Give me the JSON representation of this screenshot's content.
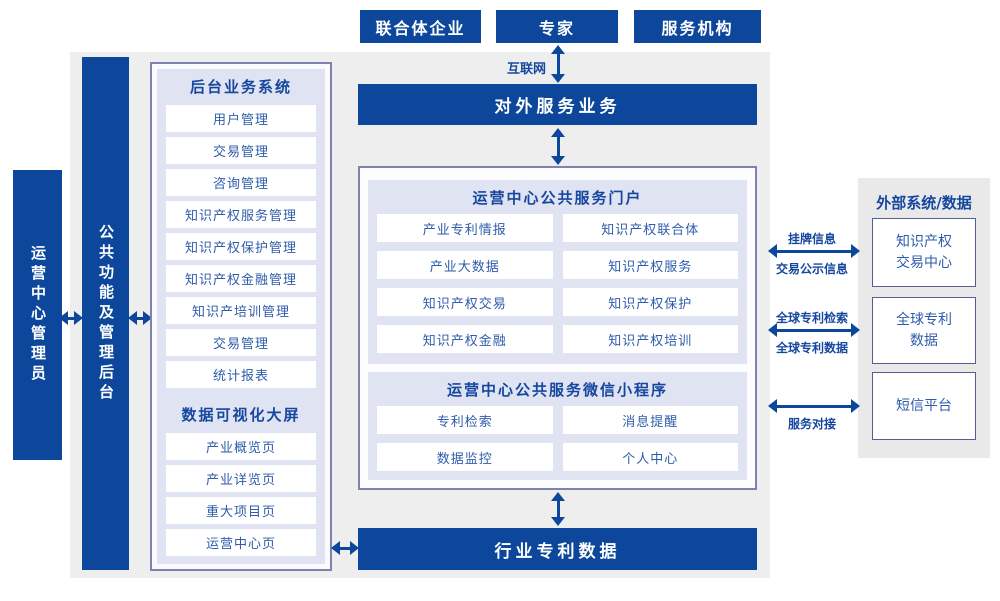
{
  "colors": {
    "primary_blue": "#0c479b",
    "panel_border": "#7d82ae",
    "lavender_subpanel": "#dfe3f2",
    "canvas_gray": "#eeeeef",
    "external_gray": "#e9e9ea",
    "item_text_blue": "#2e5cab",
    "title_text_blue": "#16479e"
  },
  "top_actors": {
    "consortium": "联合体企业",
    "expert": "专家",
    "service_org": "服务机构"
  },
  "internet_label": "互联网",
  "external_service_bar": "对外服务业务",
  "left_rail": {
    "admin": "运营中心管理员",
    "platform": "公共功能及管理后台"
  },
  "backend_panel": {
    "title": "后台业务系统",
    "items": [
      "用户管理",
      "交易管理",
      "咨询管理",
      "知识产权服务管理",
      "知识产权保护管理",
      "知识产权金融管理",
      "知识产培训管理",
      "交易管理",
      "统计报表"
    ]
  },
  "dashboard_panel": {
    "title": "数据可视化大屏",
    "items": [
      "产业概览页",
      "产业详览页",
      "重大项目页",
      "运营中心页"
    ]
  },
  "portal_panel": {
    "title": "运营中心公共服务门户",
    "items": [
      "产业专利情报",
      "知识产权联合体",
      "产业大数据",
      "知识产权服务",
      "知识产权交易",
      "知识产权保护",
      "知识产权金融",
      "知识产权培训"
    ]
  },
  "miniapp_panel": {
    "title": "运营中心公共服务微信小程序",
    "items": [
      "专利检索",
      "消息提醒",
      "数据监控",
      "个人中心"
    ]
  },
  "industry_data_bar": "行业专利数据",
  "external_panel": {
    "title": "外部系统/数据",
    "systems": [
      {
        "lines": [
          "知识产权",
          "交易中心"
        ]
      },
      {
        "lines": [
          "全球专利",
          "数据"
        ]
      },
      {
        "lines": [
          "短信平台"
        ]
      }
    ]
  },
  "link_labels": {
    "listing_info": "挂牌信息",
    "trade_publicity": "交易公示信息",
    "global_patent_search": "全球专利检索",
    "global_patent_data": "全球专利数据",
    "service_connect": "服务对接"
  }
}
